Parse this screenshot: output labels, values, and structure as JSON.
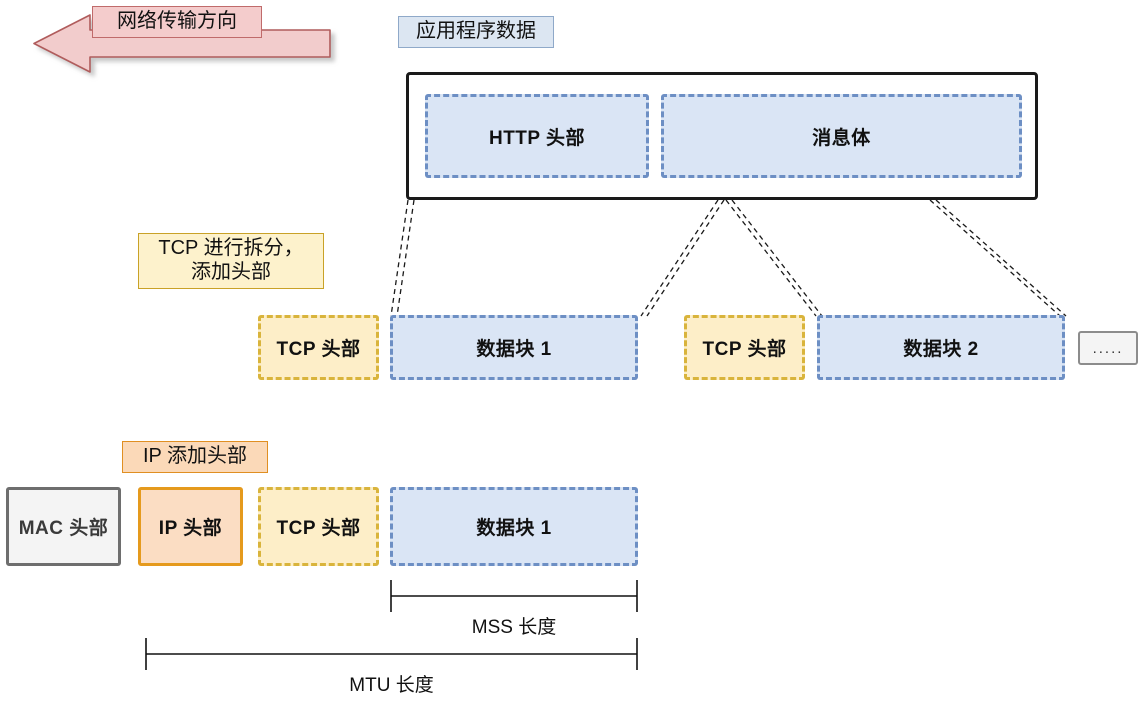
{
  "diagram": {
    "title_flow": "网络传输方向",
    "annotations": {
      "app_data": "应用程序数据",
      "tcp_split": "TCP 进行拆分，\n添加头部",
      "ip_add": "IP 添加头部"
    },
    "layers": {
      "application": {
        "blocks": [
          {
            "label": "HTTP 头部",
            "style": "blue-dashed"
          },
          {
            "label": "消息体",
            "style": "blue-dashed"
          }
        ]
      },
      "transport": {
        "blocks": [
          {
            "label": "TCP 头部",
            "style": "cream-dashed"
          },
          {
            "label": "数据块 1",
            "style": "blue-dashed"
          },
          {
            "label": "TCP 头部",
            "style": "cream-dashed"
          },
          {
            "label": "数据块 2",
            "style": "blue-dashed"
          },
          {
            "label": ".....",
            "style": "gray-solid"
          }
        ]
      },
      "network": {
        "blocks": [
          {
            "label": "MAC 头部",
            "style": "gray-solid"
          },
          {
            "label": "IP 头部",
            "style": "orange-solid"
          },
          {
            "label": "TCP 头部",
            "style": "cream-dashed"
          },
          {
            "label": "数据块 1",
            "style": "blue-dashed"
          }
        ]
      }
    },
    "measurements": [
      {
        "label": "MSS 长度"
      },
      {
        "label": "MTU 长度"
      }
    ],
    "colors": {
      "arrow_fill": "#f2cccc",
      "arrow_border": "#b05c5c",
      "blue_fill": "#dae5f5",
      "blue_border": "#6d8fc4",
      "cream_fill": "#fdeec8",
      "cream_border": "#d9b43c",
      "orange_fill": "#fbddc3",
      "orange_border": "#e59a1d",
      "gray_fill": "#f4f4f4",
      "gray_border": "#6e6e6e"
    }
  }
}
